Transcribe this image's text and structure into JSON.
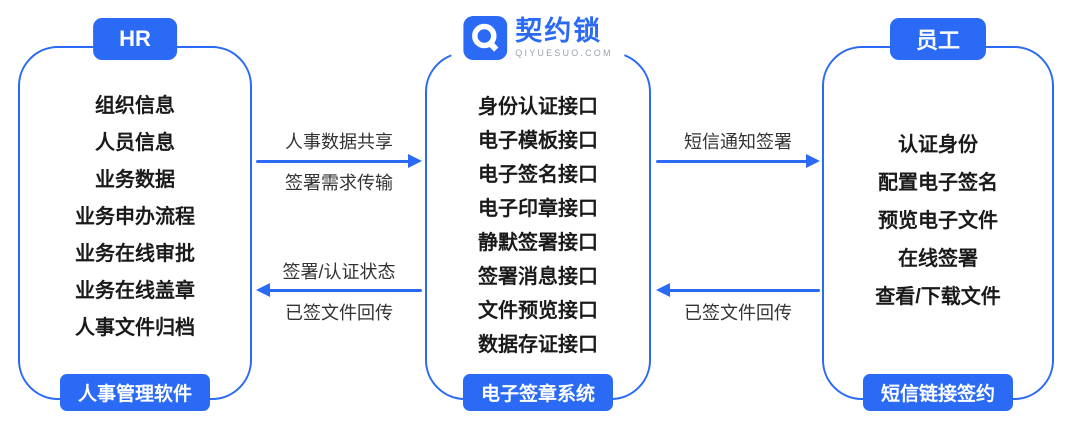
{
  "colors": {
    "primary": "#2A6AF5",
    "text": "#1A1A1A",
    "label_text": "#333333",
    "logo_subtext": "#9AA3AD"
  },
  "hr_system": {
    "header": "HR",
    "items": [
      "组织信息",
      "人员信息",
      "业务数据",
      "业务申办流程",
      "业务在线审批",
      "业务在线盖章",
      "人事文件归档"
    ],
    "footer": "人事管理软件"
  },
  "sign_system": {
    "logo": {
      "name": "契约锁",
      "domain": "QIYUESUO.COM"
    },
    "items": [
      "身份认证接口",
      "电子模板接口",
      "电子签名接口",
      "电子印章接口",
      "静默签署接口",
      "签署消息接口",
      "文件预览接口",
      "数据存证接口"
    ],
    "footer": "电子签章系统"
  },
  "employee": {
    "header": "员工",
    "items": [
      "认证身份",
      "配置电子签名",
      "预览电子文件",
      "在线签署",
      "查看/下载文件"
    ],
    "footer": "短信链接签约"
  },
  "flows": {
    "hr_to_sign_top": "人事数据共享",
    "hr_to_sign_bottom": "签署需求传输",
    "sign_to_hr_top": "签署/认证状态",
    "sign_to_hr_bottom": "已签文件回传",
    "sign_to_employee": "短信通知签署",
    "employee_to_sign": "已签文件回传"
  }
}
